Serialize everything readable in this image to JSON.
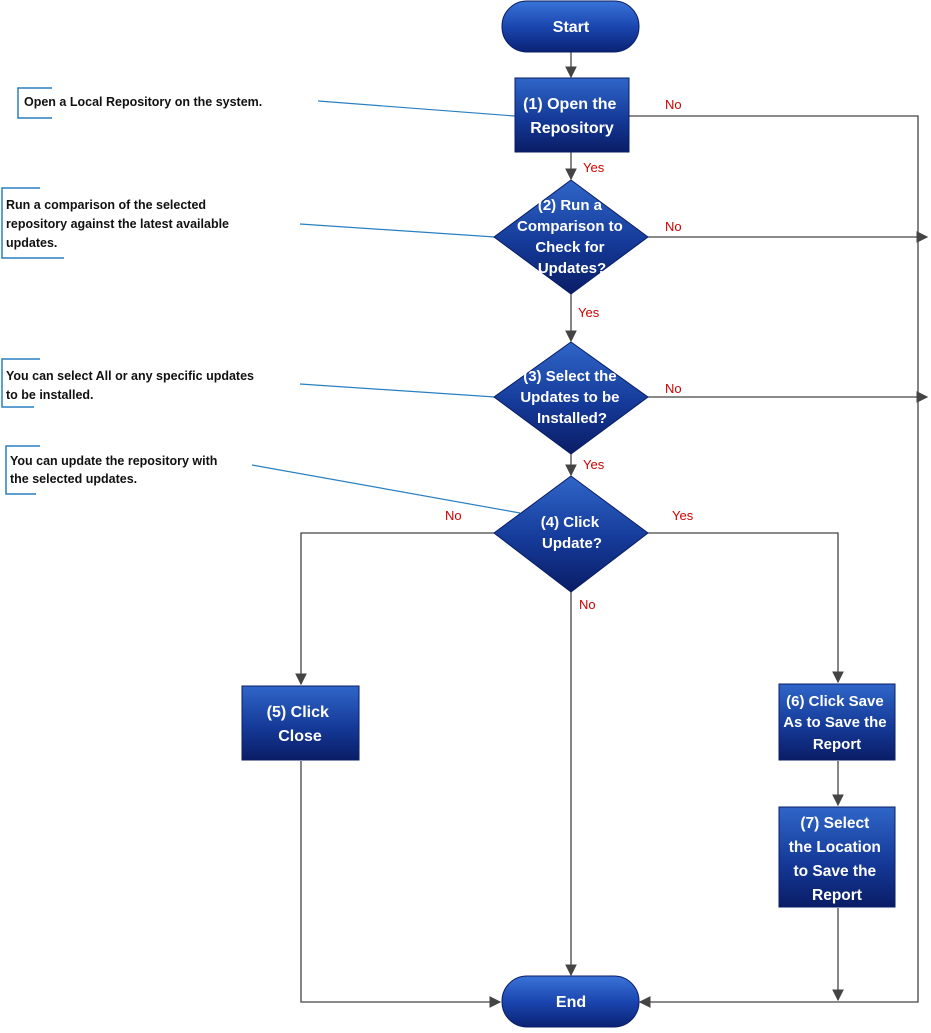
{
  "nodes": {
    "start": "Start",
    "end": "End",
    "step1": [
      "(1) Open the",
      "Repository"
    ],
    "step2": [
      "(2) Run a",
      "Comparison to",
      "Check for",
      "Updates?"
    ],
    "step3": [
      "(3) Select the",
      "Updates to be",
      "Installed?"
    ],
    "step4": [
      "(4) Click",
      "Update?"
    ],
    "step5": [
      "(5) Click",
      "Close"
    ],
    "step6": [
      "(6) Click Save",
      "As to Save the",
      "Report"
    ],
    "step7": [
      "(7) Select",
      "the Location",
      "to Save the",
      "Report"
    ]
  },
  "notes": {
    "note1": [
      "Open a Local Repository on the system."
    ],
    "note2": [
      "Run a comparison of the selected",
      "repository against the latest available",
      "updates."
    ],
    "note3": [
      "You can select All or any specific updates",
      "to be installed."
    ],
    "note4": [
      "You can update the repository with",
      "the selected updates."
    ]
  },
  "edge_labels": {
    "yes_1_2": "Yes",
    "no_1": "No",
    "no_2": "No",
    "yes_2_3": "Yes",
    "no_3": "No",
    "yes_3_4": "Yes",
    "no_4_left": "No",
    "yes_4_right": "Yes",
    "no_4_down": "No"
  },
  "colors": {
    "node_fill_light": "#2456b8",
    "node_fill_dark": "#0b1f6e",
    "edge_label": "#d00000",
    "callout": "#2a7fc0"
  }
}
